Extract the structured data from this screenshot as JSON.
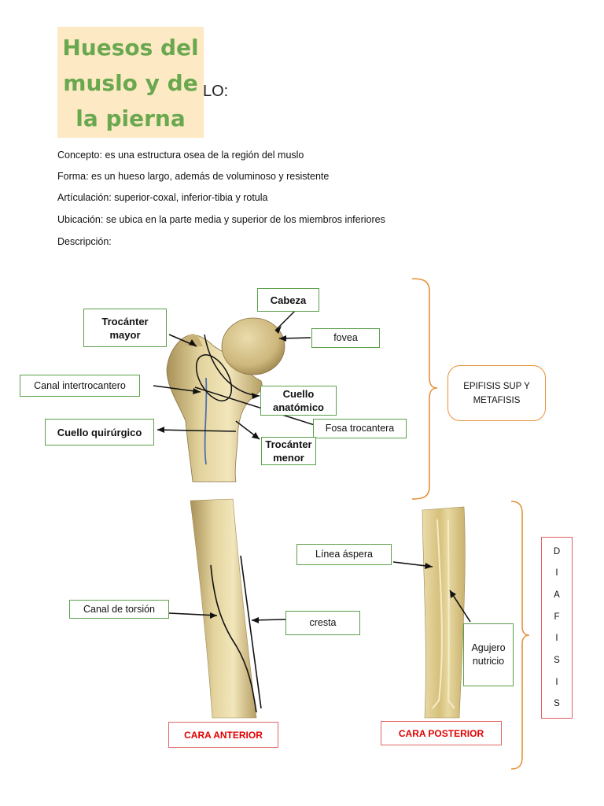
{
  "title": {
    "lines": [
      "Huesos del",
      "muslo y de",
      "la pierna"
    ],
    "suffix": "LO:"
  },
  "info": {
    "concepto": "Concepto: es una estructura osea de la región del muslo",
    "forma": "Forma: es un hueso largo, además de voluminoso y resistente",
    "articulacion": "Artículación: superior-coxal, inferior-tibia y rotula",
    "ubicacion": "Ubicación: se ubica en la parte media y superior de los miembros inferiores",
    "descripcion": "Descripción:"
  },
  "labels": {
    "cabeza": "Cabeza",
    "fovea": "fovea",
    "trocanter_mayor_1": "Trocánter",
    "trocanter_mayor_2": "mayor",
    "canal_intertrocantero": "Canal intertrocantero",
    "cuello_anatomico_1": "Cuello",
    "cuello_anatomico_2": "anatómico",
    "fosa_trocantera": "Fosa trocantera",
    "cuello_quirurgico": "Cuello quirúrgico",
    "trocanter_menor_1": "Trocánter",
    "trocanter_menor_2": "menor",
    "linea_aspera": "Línea áspera",
    "canal_torsion": "Canal de torsión",
    "cresta": "cresta",
    "agujero_1": "Agujero",
    "agujero_2": "nutricio",
    "cara_anterior": "CARA ANTERIOR",
    "cara_posterior": "CARA POSTERIOR"
  },
  "epifisis": {
    "line1": "EPIFISIS SUP Y",
    "line2": "METAFISIS"
  },
  "diafisis_letters": [
    "D",
    "I",
    "A",
    "F",
    "I",
    "S",
    "I",
    "S"
  ],
  "colors": {
    "title_green": "#6aa84f",
    "title_bg": "#fde9c4",
    "label_border": "#5aa04a",
    "brace_orange": "#e69138",
    "red_label": "#e00000",
    "bone": "#d9c58a"
  }
}
